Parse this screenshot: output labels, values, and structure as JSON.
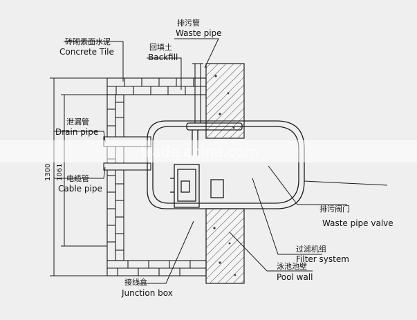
{
  "labels": {
    "tile_cn": "砖砌素面水泥",
    "tile_en": "Concrete Tile",
    "backfill_cn": "回填土",
    "backfill_en": "Backfill",
    "waste_pipe_cn": "排污管",
    "waste_pipe_en": "Waste pipe",
    "drain_pipe_cn": "泄漏管",
    "drain_pipe_en": "Drain pipe",
    "cable_pipe_cn": "电缆管",
    "cable_pipe_en": "Cable pipe",
    "valve_cn": "排污阀门",
    "valve_en": "Waste pipe valve",
    "filter_cn": "过滤机组",
    "filter_en": "Filter system",
    "pool_wall_cn": "泳池池壁",
    "pool_wall_en": "Pool wall",
    "junction_cn": "接线盒",
    "junction_en": "Junction box"
  },
  "dimensions": {
    "outer": "1300",
    "inner": "1061"
  },
  "watermark": "trade.china.com",
  "colors": {
    "background": "#efefef",
    "line": "#1a1a1a",
    "band": "#ffffff"
  }
}
